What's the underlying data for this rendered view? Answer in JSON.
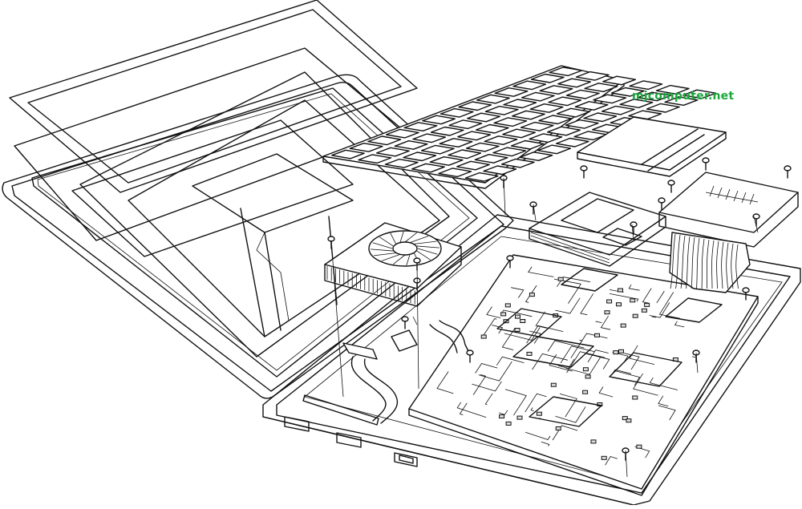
{
  "watermark": {
    "text": "mjcomputer.net",
    "color": "#1aa83c"
  },
  "illustration": {
    "style": "black line-art exploded view",
    "parts": [
      "screen-lid",
      "keyboard",
      "cooling-fan",
      "hard-drive",
      "touchpad",
      "battery-module",
      "ribbon-cable",
      "motherboard",
      "base-chassis",
      "screws"
    ]
  }
}
